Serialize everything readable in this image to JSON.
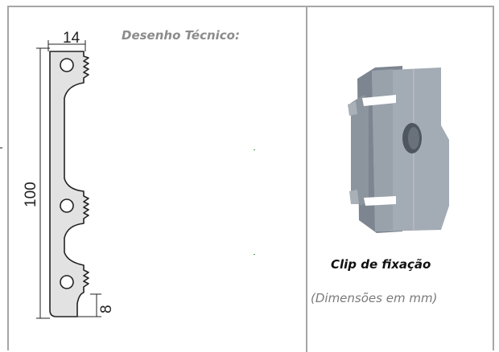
{
  "drawing": {
    "title": "Desenho Técnico:",
    "dimensions": {
      "width": "14",
      "height": "100",
      "offset": "8"
    }
  },
  "product": {
    "name": "Clip de fixação",
    "units_note": "(Dimensões em mm)"
  },
  "colors": {
    "border": "#a6a6a6",
    "part_fill": "#e2e2e2",
    "clip_gray": "#9aa3ad"
  }
}
